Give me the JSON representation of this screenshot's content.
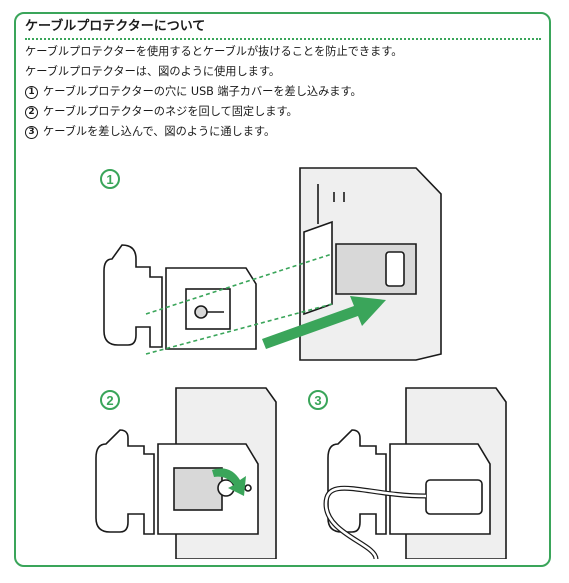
{
  "section": {
    "title": "ケーブルプロテクターについて",
    "intro_1": "ケーブルプロテクターを使用するとケーブルが抜けることを防止できます。",
    "intro_2": "ケーブルプロテクターは、図のように使用します。"
  },
  "steps": [
    {
      "num": "1",
      "text": "ケーブルプロテクターの穴に USB 端子カバーを差し込みます。"
    },
    {
      "num": "2",
      "text": "ケーブルプロテクターのネジを回して固定します。"
    },
    {
      "num": "3",
      "text": "ケーブルを差し込んで、図のように通します。"
    }
  ],
  "figures": {
    "callout_1": "1",
    "callout_2": "2",
    "callout_3": "3"
  },
  "colors": {
    "accent": "#3aa55a",
    "ink": "#1a1a1a",
    "fill_gray": "#d8d8d8"
  }
}
